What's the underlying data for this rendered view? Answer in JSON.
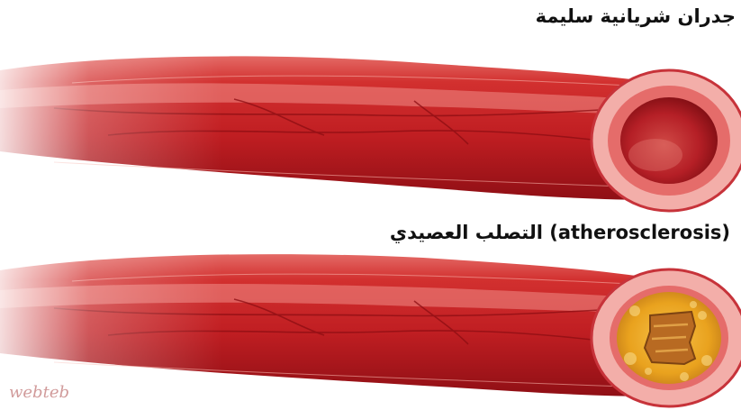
{
  "labels": {
    "healthy": "جدران شريانية سليمة",
    "atherosclerosis": "التصلب العصيدي (atherosclerosis)"
  },
  "watermark": "webteb",
  "colors": {
    "vessel_dark": "#a3141a",
    "vessel_mid": "#cc2a2c",
    "vessel_light": "#ee7a74",
    "lumen_healthy": "#b9232a",
    "ring_outer": "#f0a8a4",
    "plaque": "#e8a520",
    "plaque_core": "#a8601c"
  }
}
